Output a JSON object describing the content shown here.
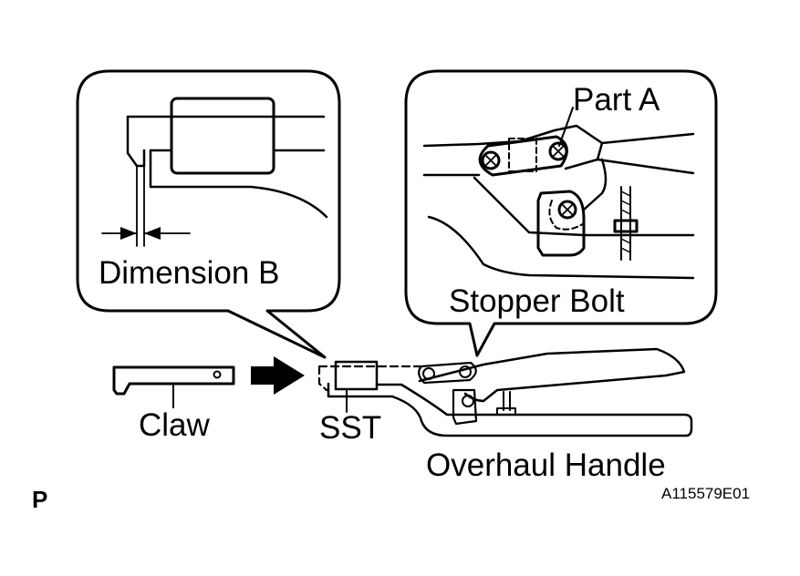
{
  "labels": {
    "part_a": "Part A",
    "dimension_b": "Dimension B",
    "stopper_bolt": "Stopper Bolt",
    "claw": "Claw",
    "sst": "SST",
    "overhaul_handle": "Overhaul Handle",
    "view_code": "P",
    "figure_id": "A115579E01"
  }
}
